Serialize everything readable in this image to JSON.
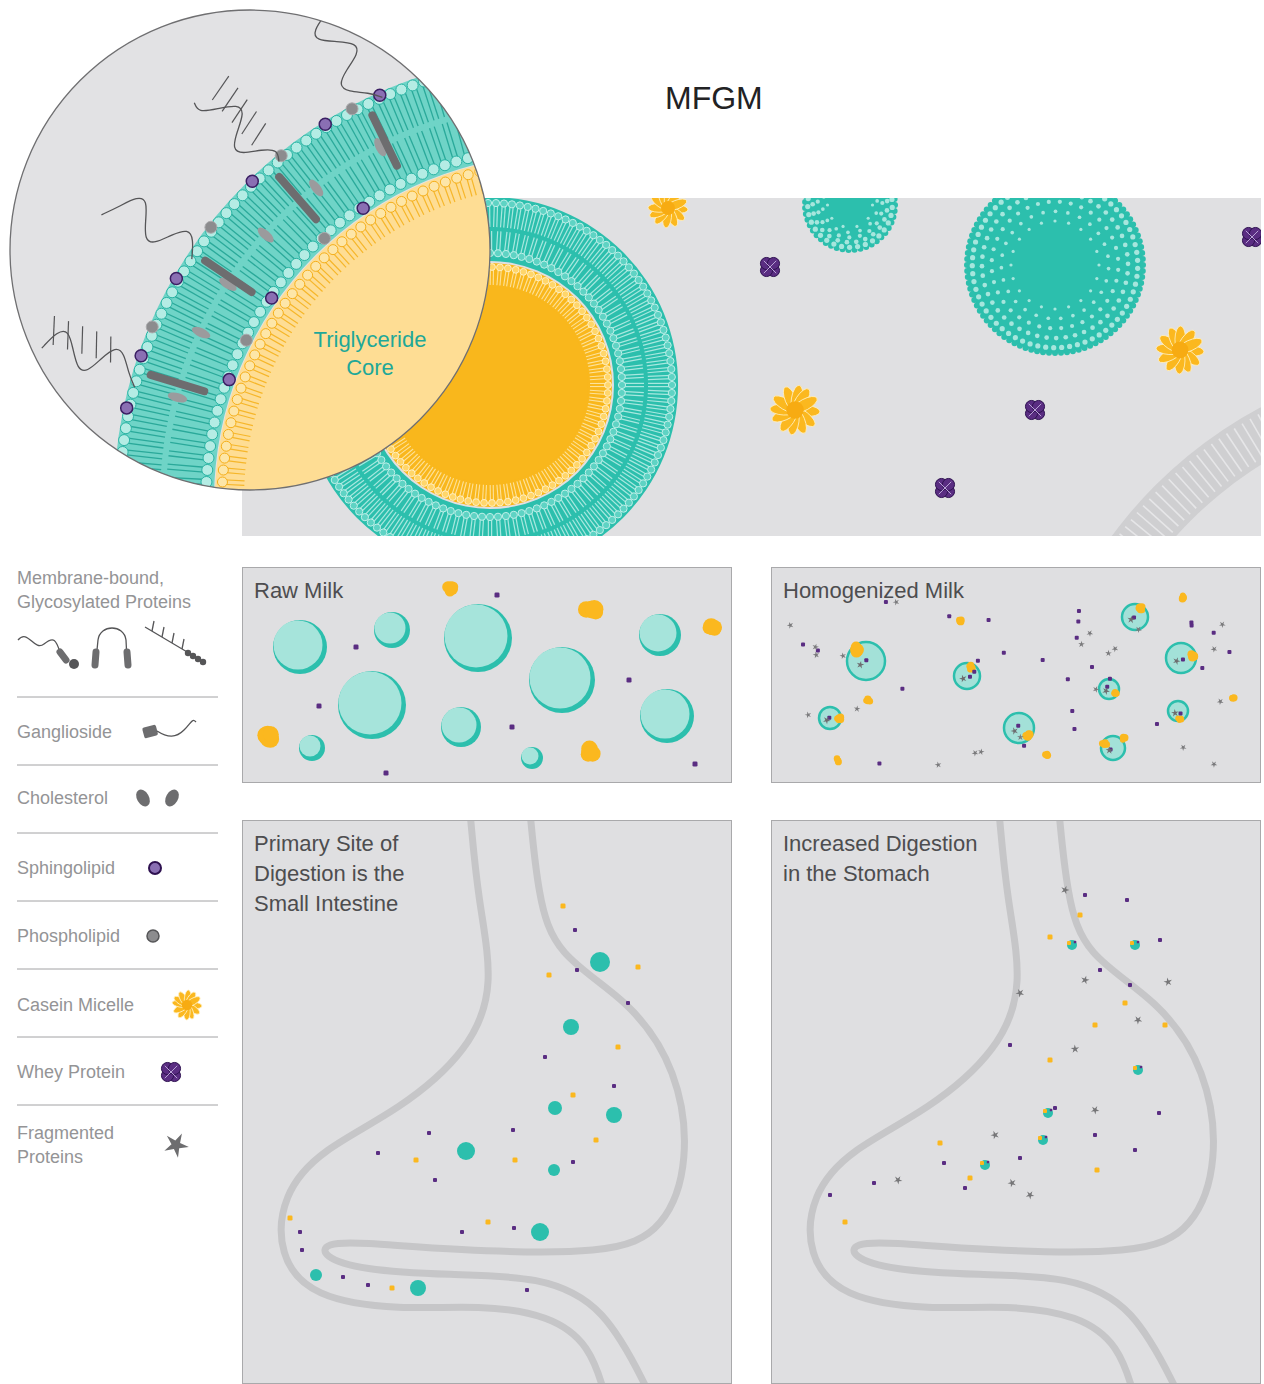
{
  "diagram": {
    "title": "MFGM",
    "nodes": [
      {
        "text": [
          "Raw Milk"
        ]
      },
      {
        "text": [
          "Homogenized Milk"
        ]
      },
      {
        "text": [
          "Primary Site of Digestion is the Small Intestine"
        ]
      },
      {
        "text": [
          "Increased Digestion in the Stomach"
        ]
      }
    ],
    "labels": [
      "Triglyceride Core"
    ],
    "legend": [
      {
        "text": "Membrane-bound, Glycosylated Proteins"
      },
      {
        "text": "Ganglioside"
      },
      {
        "text": "Cholesterol"
      },
      {
        "text": "Sphingolipid"
      },
      {
        "text": "Phospholipid"
      },
      {
        "text": "Casein Micelle"
      },
      {
        "text": "Whey Protein"
      },
      {
        "text": "Fragmented Proteins"
      }
    ]
  }
}
